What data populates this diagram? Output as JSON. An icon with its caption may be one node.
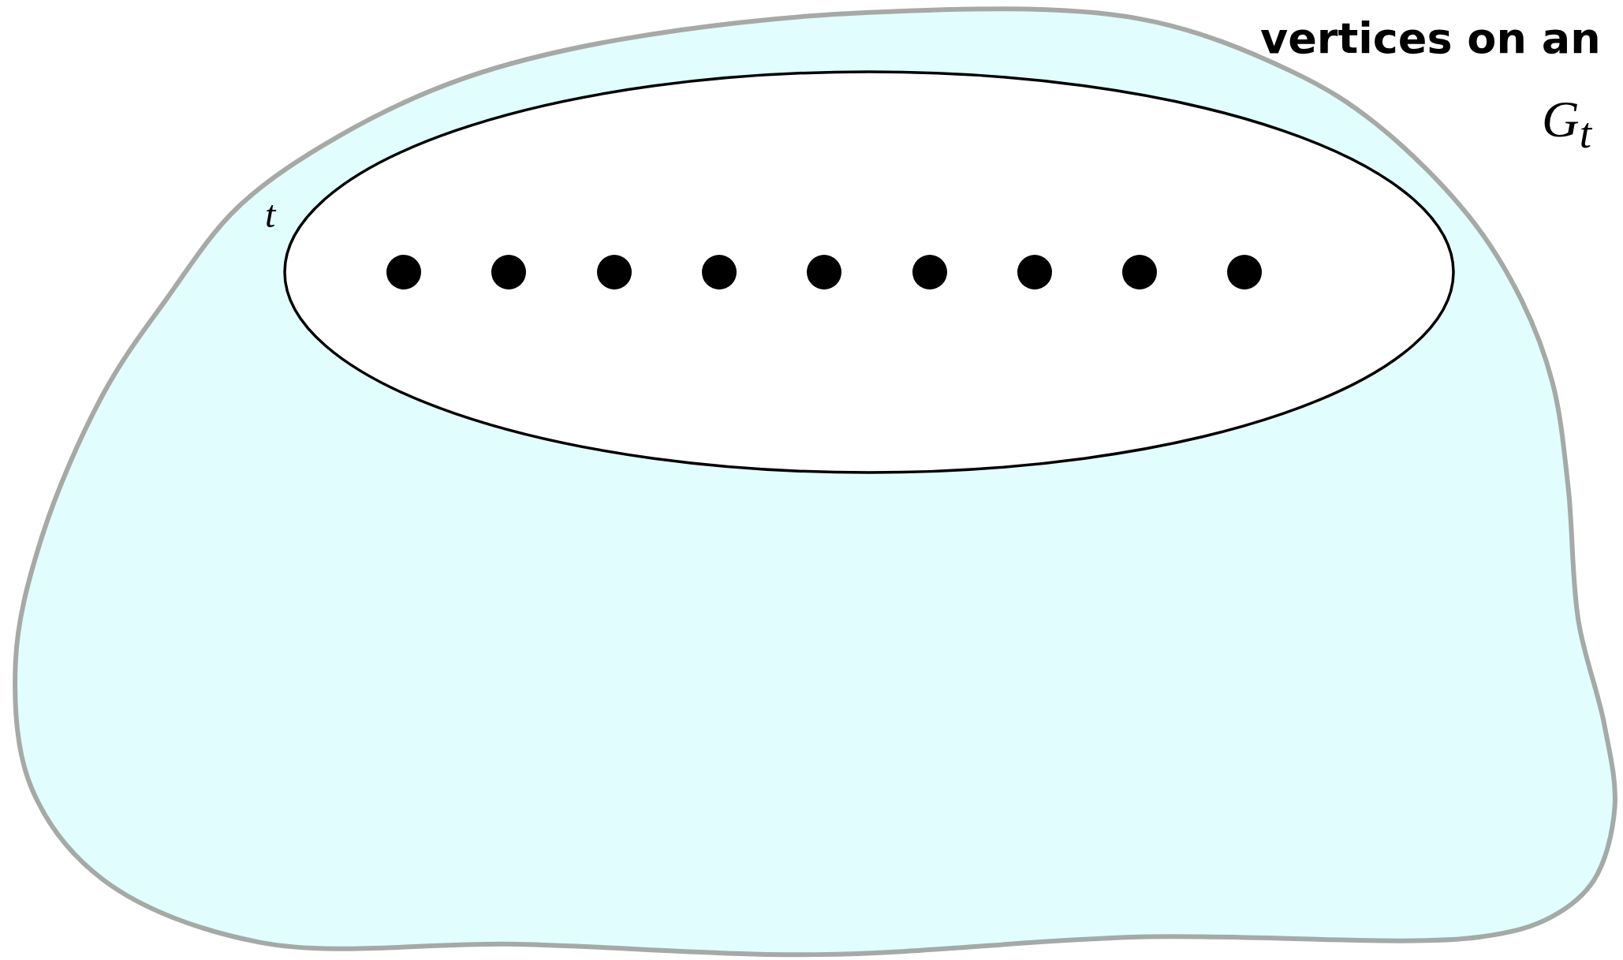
{
  "diagram": {
    "nodes": [
      {
        "text": [],
        "shape": "blob",
        "beside": [
          "G$_{t}$"
        ]
      },
      {
        "text": [],
        "shape": "ellipse",
        "in": 0,
        "beside": [
          "t"
        ]
      },
      {
        "text": [],
        "shape": "circle",
        "in": 1
      },
      {
        "text": [],
        "shape": "circle",
        "in": 1
      },
      {
        "text": [],
        "shape": "circle",
        "in": 1
      },
      {
        "text": [],
        "shape": "circle",
        "in": 1
      },
      {
        "text": [],
        "shape": "circle",
        "in": 1
      },
      {
        "text": [],
        "shape": "circle",
        "in": 1
      },
      {
        "text": [],
        "shape": "circle",
        "in": 1
      },
      {
        "text": [],
        "shape": "circle",
        "in": 1
      },
      {
        "text": [],
        "shape": "circle",
        "in": 1
      }
    ],
    "labels": [
      "vertices on an"
    ]
  }
}
